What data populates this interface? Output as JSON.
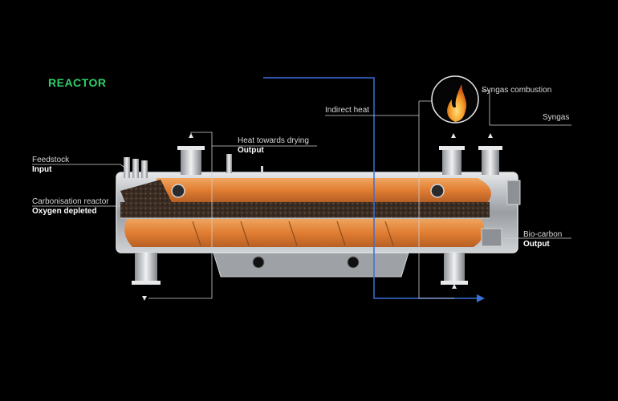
{
  "title": "REACTOR",
  "labels": {
    "feedstock": {
      "name": "Feedstock",
      "sub": "Input"
    },
    "reactor": {
      "name": "Carbonisation reactor",
      "sub": "Oxygen depleted"
    },
    "drying": {
      "name": "Heat towards drying",
      "sub": "Output"
    },
    "indirect": {
      "name": "Indirect heat"
    },
    "combustion": {
      "name": "Syngas combustion"
    },
    "syngas": {
      "name": "Syngas"
    },
    "biocarbon": {
      "name": "Bio-carbon",
      "sub": "Output"
    }
  },
  "colors": {
    "title": "#2fd06a",
    "heat": "#e8812f",
    "flow_line": "#3a6fd8",
    "vessel": "#b9bcc0"
  }
}
